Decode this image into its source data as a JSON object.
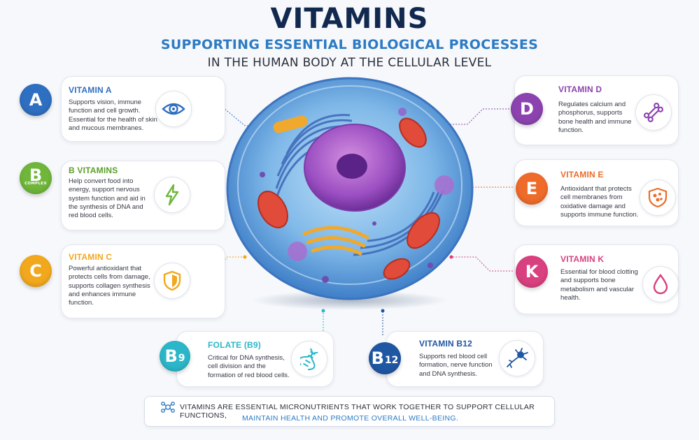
{
  "header": {
    "title": "VITAMINS",
    "subtitle": "SUPPORTING ESSENTIAL BIOLOGICAL PROCESSES",
    "subtitle2": "IN THE HUMAN BODY AT THE CELLULAR LEVEL"
  },
  "vitamins": {
    "a": {
      "badge": "A",
      "name": "VITAMIN A",
      "description": "Supports vision, immune function and cell growth. Essential for the health of skin and mucous membranes.",
      "color": "#2f6fc1",
      "icon": "eye-icon"
    },
    "b": {
      "badge": "B",
      "badge_sub": "COMPLEX",
      "name": "B VITAMINS",
      "description": "Help convert food into energy, support nervous system function and aid in the synthesis of DNA and red blood cells.",
      "color": "#6fb63a",
      "icon": "lightning-icon"
    },
    "c": {
      "badge": "C",
      "name": "VITAMIN C",
      "description": "Powerful antioxidant that protects cells from damage, supports collagen synthesis and enhances immune function.",
      "color": "#f2a81d",
      "icon": "shield-icon"
    },
    "d": {
      "badge": "D",
      "name": "VITAMIN D",
      "description": "Regulates calcium and phosphorus, supports bone health and immune function.",
      "color": "#8c43b0",
      "icon": "bone-icon"
    },
    "e": {
      "badge": "E",
      "name": "VITAMIN E",
      "description": "Antioxidant that protects cell membranes from oxidative damage and supports immune function.",
      "color": "#ee6b2a",
      "icon": "cell-shield-icon"
    },
    "k": {
      "badge": "K",
      "name": "VITAMIN K",
      "description": "Essential for blood clotting and supports bone metabolism and vascular health.",
      "color": "#d9407f",
      "icon": "blood-drop-icon"
    },
    "b9": {
      "badge": "B",
      "badge_small": "9",
      "name": "FOLATE (B9)",
      "description": "Critical for DNA synthesis, cell division and the formation of red blood cells.",
      "color": "#2bb7c9",
      "icon": "dna-icon"
    },
    "b12": {
      "badge": "B",
      "badge_small": "12",
      "name": "VITAMIN B12",
      "description": "Supports red blood cell formation, nerve function and DNA synthesis.",
      "color": "#2057a3",
      "icon": "neuron-icon"
    }
  },
  "footer": {
    "line1": "VITAMINS ARE ESSENTIAL MICRONUTRIENTS THAT WORK TOGETHER TO SUPPORT CELLULAR FUNCTIONS,",
    "line2": "MAINTAIN HEALTH AND PROMOTE OVERALL WELL-BEING.",
    "icon": "molecule-icon"
  }
}
